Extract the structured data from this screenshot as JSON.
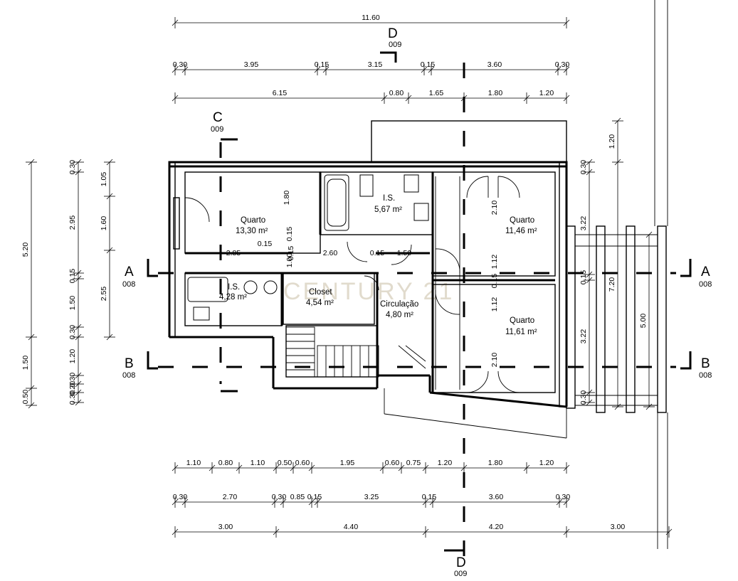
{
  "watermark": "CENTURY 21",
  "sections": [
    {
      "id": "A-left",
      "letter": "A",
      "sheet": "008"
    },
    {
      "id": "A-right",
      "letter": "A",
      "sheet": "008"
    },
    {
      "id": "B-left",
      "letter": "B",
      "sheet": "008"
    },
    {
      "id": "B-right",
      "letter": "B",
      "sheet": "008"
    },
    {
      "id": "C",
      "letter": "C",
      "sheet": "009"
    },
    {
      "id": "D-top",
      "letter": "D",
      "sheet": "009"
    },
    {
      "id": "D-bottom",
      "letter": "D",
      "sheet": "009"
    }
  ],
  "rooms": [
    {
      "name": "Quarto",
      "area": "13,30 m²"
    },
    {
      "name": "I.S.",
      "area": "5,67 m²"
    },
    {
      "name": "Quarto",
      "area": "11,46 m²"
    },
    {
      "name": "Closet",
      "area": "4,54 m²"
    },
    {
      "name": "Circulação",
      "area": "4,80 m²"
    },
    {
      "name": "Quarto",
      "area": "11,61 m²"
    },
    {
      "name": "I.S.",
      "area": "4,28 m²"
    }
  ],
  "dimensions": {
    "top_overall": [
      "11.60"
    ],
    "top_row2": [
      "0.30",
      "3.95",
      "0.15",
      "3.15",
      "0.15",
      "3.60",
      "0.30"
    ],
    "top_row3": [
      "6.15",
      "0.80",
      "1.65",
      "1.80",
      "1.20"
    ],
    "bottom_row1": [
      "1.10",
      "0.80",
      "1.10",
      "0.50",
      "0.60",
      "1.95",
      "0.60",
      "0.75",
      "1.20",
      "1.80",
      "1.20"
    ],
    "bottom_row2": [
      "0.30",
      "2.70",
      "0.30",
      "0.85",
      "0.15",
      "3.25",
      "0.15",
      "3.60",
      "0.30"
    ],
    "bottom_row3": [
      "3.00",
      "4.40",
      "4.20",
      "3.00"
    ],
    "left_outer": [
      "5.20",
      "1.50",
      "0.50"
    ],
    "left_mid": [
      "0.30",
      "2.95",
      "0.15",
      "1.50",
      "0.30",
      "1.20",
      "0.30",
      "0.20",
      "0.30"
    ],
    "left_inner": [
      "1.05",
      "1.60",
      "2.55"
    ],
    "right_inner": [
      "0.30",
      "3.22",
      "0.15",
      "3.22",
      "0.30"
    ],
    "right_mid": [
      "1.20",
      "7.20"
    ],
    "right_outer": [
      "5.00"
    ],
    "interior": [
      "1.80",
      "0.15",
      "2.85",
      "2.60",
      "0.15",
      "1.50",
      "0.15",
      "0.15",
      "1.00",
      "2.10",
      "1.12",
      "0.15",
      "1.12",
      "2.10"
    ]
  }
}
